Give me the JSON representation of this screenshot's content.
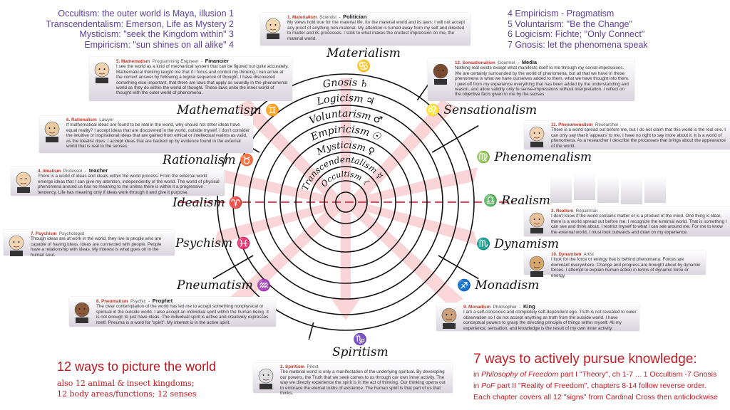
{
  "top_left": [
    "Occultism: the outer world is Maya, illusion  1",
    "Transcendentalism: Emerson, Life as Mystery  2",
    "Mysticism: \"seek the Kingdom within\"  3",
    "Empiricism: \"sun shines on all alike\"  4"
  ],
  "top_right": [
    "4  Empiricism - Pragmatism",
    "5  Voluntarism: \"Be the Change\"",
    "6  Logicism: Fichte; \"Only Connect\"",
    "7  Gnosis: let the phenomena speak"
  ],
  "rings": [
    {
      "name": "Gnosis",
      "symbol": "♄"
    },
    {
      "name": "Logicism",
      "symbol": "♃"
    },
    {
      "name": "Voluntarism",
      "symbol": "♂"
    },
    {
      "name": "Empiricism",
      "symbol": "☉"
    },
    {
      "name": "Mysticism",
      "symbol": "♀"
    },
    {
      "name": "Transcendentalism",
      "symbol": "☿"
    },
    {
      "name": "Occultism",
      "symbol": "☾"
    }
  ],
  "signs": [
    {
      "name": "Materialism",
      "symbol": "♋"
    },
    {
      "name": "Sensationalism",
      "symbol": "♌"
    },
    {
      "name": "Phenomenalism",
      "symbol": "♍"
    },
    {
      "name": "Realism",
      "symbol": "♎"
    },
    {
      "name": "Dynamism",
      "symbol": "♏"
    },
    {
      "name": "Monadism",
      "symbol": "♐"
    },
    {
      "name": "Spiritism",
      "symbol": "♑"
    },
    {
      "name": "Pneumatism",
      "symbol": "♒"
    },
    {
      "name": "Psychism",
      "symbol": "♓"
    },
    {
      "name": "Idealism",
      "symbol": "♈"
    },
    {
      "name": "Rationalism",
      "symbol": "♉"
    },
    {
      "name": "Mathematism",
      "symbol": "♊"
    }
  ],
  "boxes": [
    {
      "num": "1. Materialism",
      "occ": "Scientist",
      "occ2": "Politician",
      "text": "My views hold true for the material life, for the material world and its laws. I will not accept any proof of anything non-material. My attention is turned away from my self and directed to matter and its processes. I stick to what makes the crudest impression on me, the material world."
    },
    {
      "num": "5. Mathematism",
      "occ": "Programming Engineer",
      "occ2": "Financier",
      "text": "I see the world as a kind of mechanical system that can be figured out quite accurately. Mathematical thinking taught me that if I focus and control my thinking I can arrive at the correct answer by following a logical sequence of thought. I have discovered something else important, that there are laws that apply as soundly in the phenomenal world as they do within the world of thought. These laws unite the inner world of thought with the outer world of phenomena."
    },
    {
      "num": "12. Sensationalism",
      "occ": "Gourmet",
      "occ2": "Media",
      "text": "Nothing real exists except what manifests itself to me through my sense-impressions. We are certainly surrounded by the world of phenomena, but all that we have in these phenomena is what we have ourselves added to them, what we have thought into them. I peel off from my experience everything that has been added by the understanding and reason, and allow validity only to sense-impressions without interpretation. I reflect on the objective facts given to me by the senses."
    },
    {
      "num": "6. Rationalism",
      "occ": "Lawyer",
      "occ2": "",
      "text": "If mathematical ideas are found to be real in the world, why should not other ideas have equal reality? I accept ideas that are discovered in the world, outside myself. I don't consider the intuitive or inspirational ideas that are gained from ethical or intellectual realms as valid, as the Idealist does. I accept ideas that are backed up by evidence found in the external world that is real to the senses."
    },
    {
      "num": "11. Phenomenalism",
      "occ": "Researcher",
      "occ2": "",
      "text": "There is a world spread out before me, but I do not claim that this world is the real one. I can only say that it 'appears' to me. I have no right to say more about it. It is a world of phenomena. As a researcher I describe the processes that brings about the appearance of the world."
    },
    {
      "num": "4. Idealism",
      "occ": "Professor",
      "occ2": "teacher",
      "text": "There is a world of ideas and ideals within the world process. From the external world emerge ideas that I can give my attention, independently of the world. The world of physical phenomena around us has no meaning to me unless there is within it a progressive tendency. Life has meaning only if ideas work through it and give it purpose."
    },
    {
      "num": "3. Realism",
      "occ": "Repairman",
      "occ2": "",
      "text": "I don't know if the world contains matter or is a product of the mind. One thing is clear, there is a world spread out before me. I recognize the external world. That is something I can see and think about. I restrict myself to what I can see around me. For me to know the external world, I must look outwards and draw on my experience."
    },
    {
      "num": "7. Psychism",
      "occ": "Psychologist",
      "occ2": "",
      "text": "Though ideas are at work in the world, they live in people who are capable of having ideas. Ideas are connected with people. People have a relationship with ideas. My interest is what goes on in the human soul."
    },
    {
      "num": "10. Dynamism",
      "occ": "Artist",
      "occ2": "",
      "text": "I look for the force or energy that is behind phenomena. Forces are dominant everywhere. Change and progress are brought about by dynamic forces. I attempt to explain human action in terms of dynamic force or energy."
    },
    {
      "num": "8. Pneumatism",
      "occ": "Psychic",
      "occ2": "Prophet",
      "text": "The clear contemplation of the world has led me to accept something nonphysical or spiritual in the outside world. I also accept an individual spirit within the human being. It is not enough to just have ideas. The individual spirit is active and creatively expresses itself. Pneuma is a word for \"spirit\". My interest is in the active spirit."
    },
    {
      "num": "9. Monadism",
      "occ": "Philosopher",
      "occ2": "King",
      "text": "I am a self-conscious and completely self-dependent ego. Truth is not revealed to outer observation so I do not accept anything as truth from the outside world. I have conceptual powers to grasp the directing principle of things within myself. All my experience, sensation, and knowledge is the result of my own inner activity."
    },
    {
      "num": "2. Spiritism",
      "occ": "Priest",
      "occ2": "",
      "text": "The material world is only a manifestation of the underlying spiritual. By developing our powers, the Truth that we seek comes to us through our own inner activity. The way we directly experience the spirit is in the act of thinking. Our thinking opens out to embrace the eternal truths of existence. The human spirit is that part of us that thinks."
    }
  ],
  "bottom_left": {
    "title": "12 ways to picture the world",
    "line1": "also 12 animal & insect kingdoms;",
    "line2": "12 body areas/functions;  12 senses"
  },
  "bottom_right": {
    "title": "7 ways to actively pursue knowledge:",
    "l1a": "in ",
    "l1b": "Philosophy of Freedom",
    "l1c": " part I \"Theory\", ch 1-7 ... 1 Occultism -7 Gnosis",
    "l2a": "in ",
    "l2b": "PoF",
    "l2c": " part II \"Reality of Freedom\", chapters 8-14 follow reverse order.",
    "l3": "Each chapter covers all 12 \"signs\" from Cardinal Cross then anticlockwise"
  },
  "colors": {
    "accent_red": "#c0141d",
    "purple": "#5b3f9e",
    "arrow_pink": "#f4a3a8"
  }
}
